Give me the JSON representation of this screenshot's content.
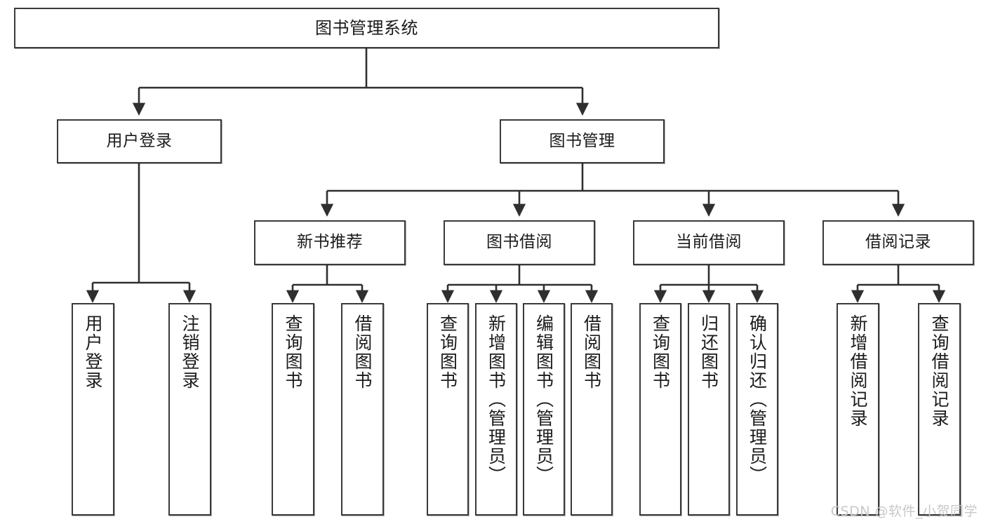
{
  "diagram": {
    "title": "图书管理系统",
    "type": "hierarchy-tree",
    "watermark": "CSDN @软件_小贺同学",
    "colors": {
      "box_border": "#3a3a3a",
      "box_fill": "#ffffff",
      "text": "#1b1b1b",
      "edge": "#2f2f2f",
      "watermark": "#c8c8c8"
    },
    "nodes": {
      "root": {
        "label": "图书管理系统"
      },
      "level2": [
        {
          "id": "user-login",
          "label": "用户登录"
        },
        {
          "id": "book-manage",
          "label": "图书管理"
        }
      ],
      "level3": [
        {
          "id": "new-book-recommend",
          "label": "新书推荐"
        },
        {
          "id": "book-borrow",
          "label": "图书借阅"
        },
        {
          "id": "current-borrow",
          "label": "当前借阅"
        },
        {
          "id": "borrow-record",
          "label": "借阅记录"
        }
      ],
      "leaves": {
        "user-login": [
          {
            "id": "leaf-user-login",
            "label": "用户登录"
          },
          {
            "id": "leaf-user-logout",
            "label": "注销登录"
          }
        ],
        "new-book-recommend": [
          {
            "id": "leaf-query-book-1",
            "label": "查询图书"
          },
          {
            "id": "leaf-borrow-book-1",
            "label": "借阅图书"
          }
        ],
        "book-borrow": [
          {
            "id": "leaf-query-book-2",
            "label": "查询图书"
          },
          {
            "id": "leaf-add-book",
            "label": "新增图书（管理员）"
          },
          {
            "id": "leaf-edit-book",
            "label": "编辑图书（管理员）"
          },
          {
            "id": "leaf-borrow-book-2",
            "label": "借阅图书"
          }
        ],
        "current-borrow": [
          {
            "id": "leaf-query-book-3",
            "label": "查询图书"
          },
          {
            "id": "leaf-return-book",
            "label": "归还图书"
          },
          {
            "id": "leaf-confirm-return",
            "label": "确认归还（管理员）"
          }
        ],
        "borrow-record": [
          {
            "id": "leaf-add-record",
            "label": "新增借阅记录"
          },
          {
            "id": "leaf-query-record",
            "label": "查询借阅记录"
          }
        ]
      }
    }
  }
}
